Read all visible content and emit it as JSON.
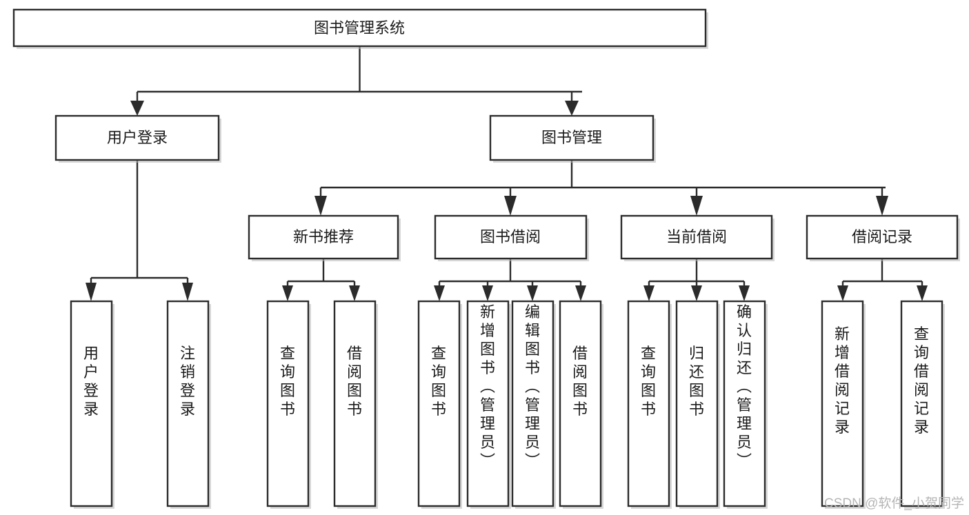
{
  "diagram": {
    "type": "tree-hierarchy",
    "title": "图书管理系统",
    "orientation": "top-down",
    "colors": {
      "box_fill": "#ffffff",
      "box_stroke": "#2b2b2b",
      "text": "#1a1a1a",
      "shadow": "#b8b8b8",
      "watermark": "#b5b5b5",
      "background": "#ffffff"
    },
    "root": {
      "label": "图书管理系统"
    },
    "level2": [
      {
        "label": "用户登录"
      },
      {
        "label": "图书管理"
      }
    ],
    "level3": [
      {
        "label": "新书推荐",
        "parent": "图书管理"
      },
      {
        "label": "图书借阅",
        "parent": "图书管理"
      },
      {
        "label": "当前借阅",
        "parent": "图书管理"
      },
      {
        "label": "借阅记录",
        "parent": "图书管理"
      }
    ],
    "leaves": {
      "用户登录": [
        "用户登录",
        "注销登录"
      ],
      "新书推荐": [
        "查询图书",
        "借阅图书"
      ],
      "图书借阅": [
        "查询图书",
        "新增图书（管理员）",
        "编辑图书（管理员）",
        "借阅图书"
      ],
      "当前借阅": [
        "查询图书",
        "归还图书",
        "确认归还（管理员）"
      ],
      "借阅记录": [
        "新增借阅记录",
        "查询借阅记录"
      ]
    }
  },
  "watermark": {
    "text": "CSDN @软件_小贺同学"
  }
}
